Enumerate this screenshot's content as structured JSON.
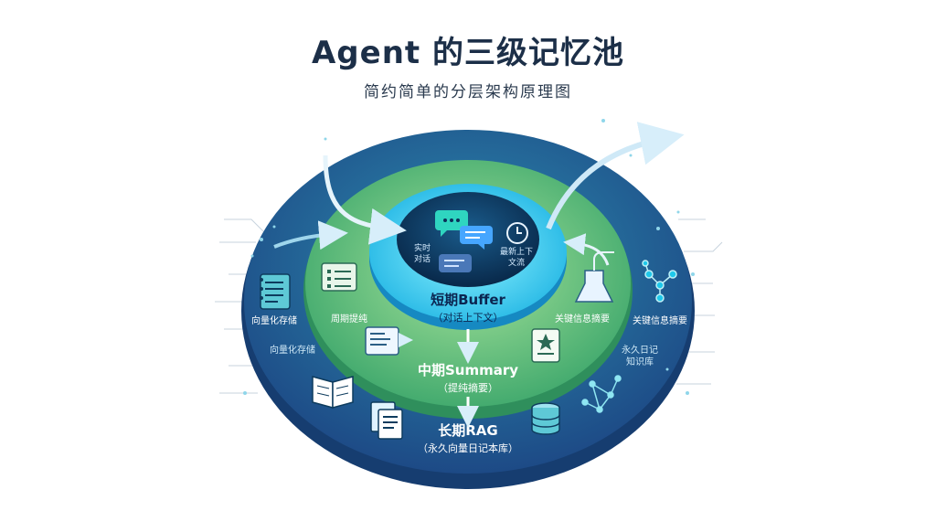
{
  "title": "Agent 的三级记忆池",
  "subtitle": "简约简单的分层架构原理图",
  "colors": {
    "outer_ring": "#1f4f8a",
    "middle_ring": "#3da86a",
    "inner_ring": "#1ec8ea",
    "core": "#0b2f58",
    "arrow": "#cfe9f7"
  },
  "core": {
    "left_label": [
      "实时",
      "对话"
    ],
    "right_label": [
      "最新上下",
      "文流"
    ]
  },
  "layers": {
    "short": {
      "title": "短期Buffer",
      "caption": "（对话上下文）"
    },
    "middle": {
      "title": "中期Summary",
      "caption": "（提纯摘要）"
    },
    "long": {
      "title": "长期RAG",
      "caption": "（永久向量日记本库）"
    }
  },
  "side_labels": {
    "left_outer": "向量化存储",
    "left_mid": "周期提纯",
    "left_low": "向量化存储",
    "right_mid": "关键信息摘要",
    "right_outer": "关键信息摘要",
    "right_low": [
      "永久日记",
      "知识库"
    ]
  },
  "icons": [
    "chat-bubble-icon",
    "chat-bubble-icon",
    "chat-bubble-icon",
    "clock-icon",
    "notebook-icon",
    "document-list-icon",
    "summary-document-icon",
    "starred-document-icon",
    "open-book-icon",
    "document-stack-icon",
    "database-icon",
    "network-graph-icon",
    "distillation-flask-icon",
    "molecule-icon"
  ]
}
